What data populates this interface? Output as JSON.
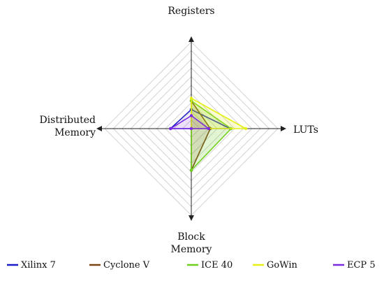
{
  "chart_data": {
    "type": "radar",
    "axes": [
      {
        "key": "registers",
        "label_lines": [
          "Registers"
        ]
      },
      {
        "key": "luts",
        "label_lines": [
          "LUTs"
        ]
      },
      {
        "key": "block_memory",
        "label_lines": [
          "Block",
          "Memory"
        ]
      },
      {
        "key": "distributed_memory",
        "label_lines": [
          "Distributed",
          "Memory"
        ]
      }
    ],
    "grid_levels": 10,
    "max_value": 1.0,
    "grid": true,
    "legend_position": "bottom",
    "series": [
      {
        "name": "Xilinx 7",
        "color": "#1c1cc8",
        "fill_opacity": 0.0,
        "values": {
          "registers": 0.22,
          "luts": 0.45,
          "block_memory": 0.0,
          "distributed_memory": 0.24
        }
      },
      {
        "name": "Cyclone V",
        "color": "#7a4414",
        "fill_opacity": 0.15,
        "values": {
          "registers": 0.32,
          "luts": 0.22,
          "block_memory": 0.48,
          "distributed_memory": 0.0
        }
      },
      {
        "name": "ICE 40",
        "color": "#6fcf1e",
        "fill_opacity": 0.2,
        "values": {
          "registers": 0.32,
          "luts": 0.46,
          "block_memory": 0.48,
          "distributed_memory": 0.0
        }
      },
      {
        "name": "GoWin",
        "color": "#e6f016",
        "fill_opacity": 0.2,
        "values": {
          "registers": 0.35,
          "luts": 0.63,
          "block_memory": 0.0,
          "distributed_memory": 0.0
        }
      },
      {
        "name": "ECP 5",
        "color": "#7a2ae0",
        "fill_opacity": 0.15,
        "values": {
          "registers": 0.15,
          "luts": 0.2,
          "block_memory": 0.0,
          "distributed_memory": 0.24
        }
      }
    ]
  }
}
